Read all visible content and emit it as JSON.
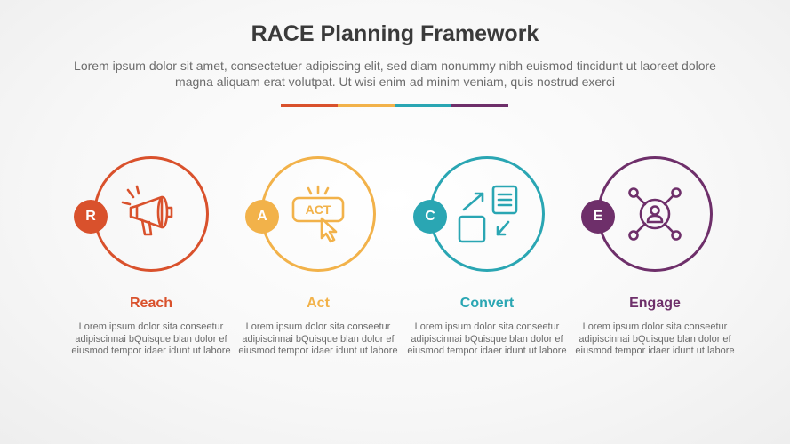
{
  "title": "RACE Planning Framework",
  "subtitle": "Lorem ipsum dolor sit amet, consectetuer adipiscing elit, sed diam nonummy nibh euismod tincidunt ut laoreet dolore magna aliquam erat volutpat. Ut wisi enim ad minim veniam, quis nostrud exerci",
  "colors": {
    "reach": "#d9512c",
    "act": "#f2b24a",
    "convert": "#2aa6b3",
    "engage": "#6e2f6a"
  },
  "steps": [
    {
      "letter": "R",
      "title": "Reach",
      "icon": "megaphone-icon",
      "desc": "Lorem ipsum dolor sita conseetur adipiscinnai bQuisque blan dolor ef eiusmod tempor idaer idunt ut labore"
    },
    {
      "letter": "A",
      "title": "Act",
      "icon": "act-button-cursor-icon",
      "icon_text": "ACT",
      "desc": "Lorem ipsum dolor sita conseetur adipiscinnai bQuisque blan dolor ef eiusmod tempor idaer idunt ut labore"
    },
    {
      "letter": "C",
      "title": "Convert",
      "icon": "convert-documents-icon",
      "desc": "Lorem ipsum dolor sita conseetur adipiscinnai bQuisque blan dolor ef eiusmod tempor idaer idunt ut labore"
    },
    {
      "letter": "E",
      "title": "Engage",
      "icon": "network-user-icon",
      "desc": "Lorem ipsum dolor sita conseetur adipiscinnai bQuisque blan dolor ef eiusmod tempor idaer idunt ut labore"
    }
  ]
}
